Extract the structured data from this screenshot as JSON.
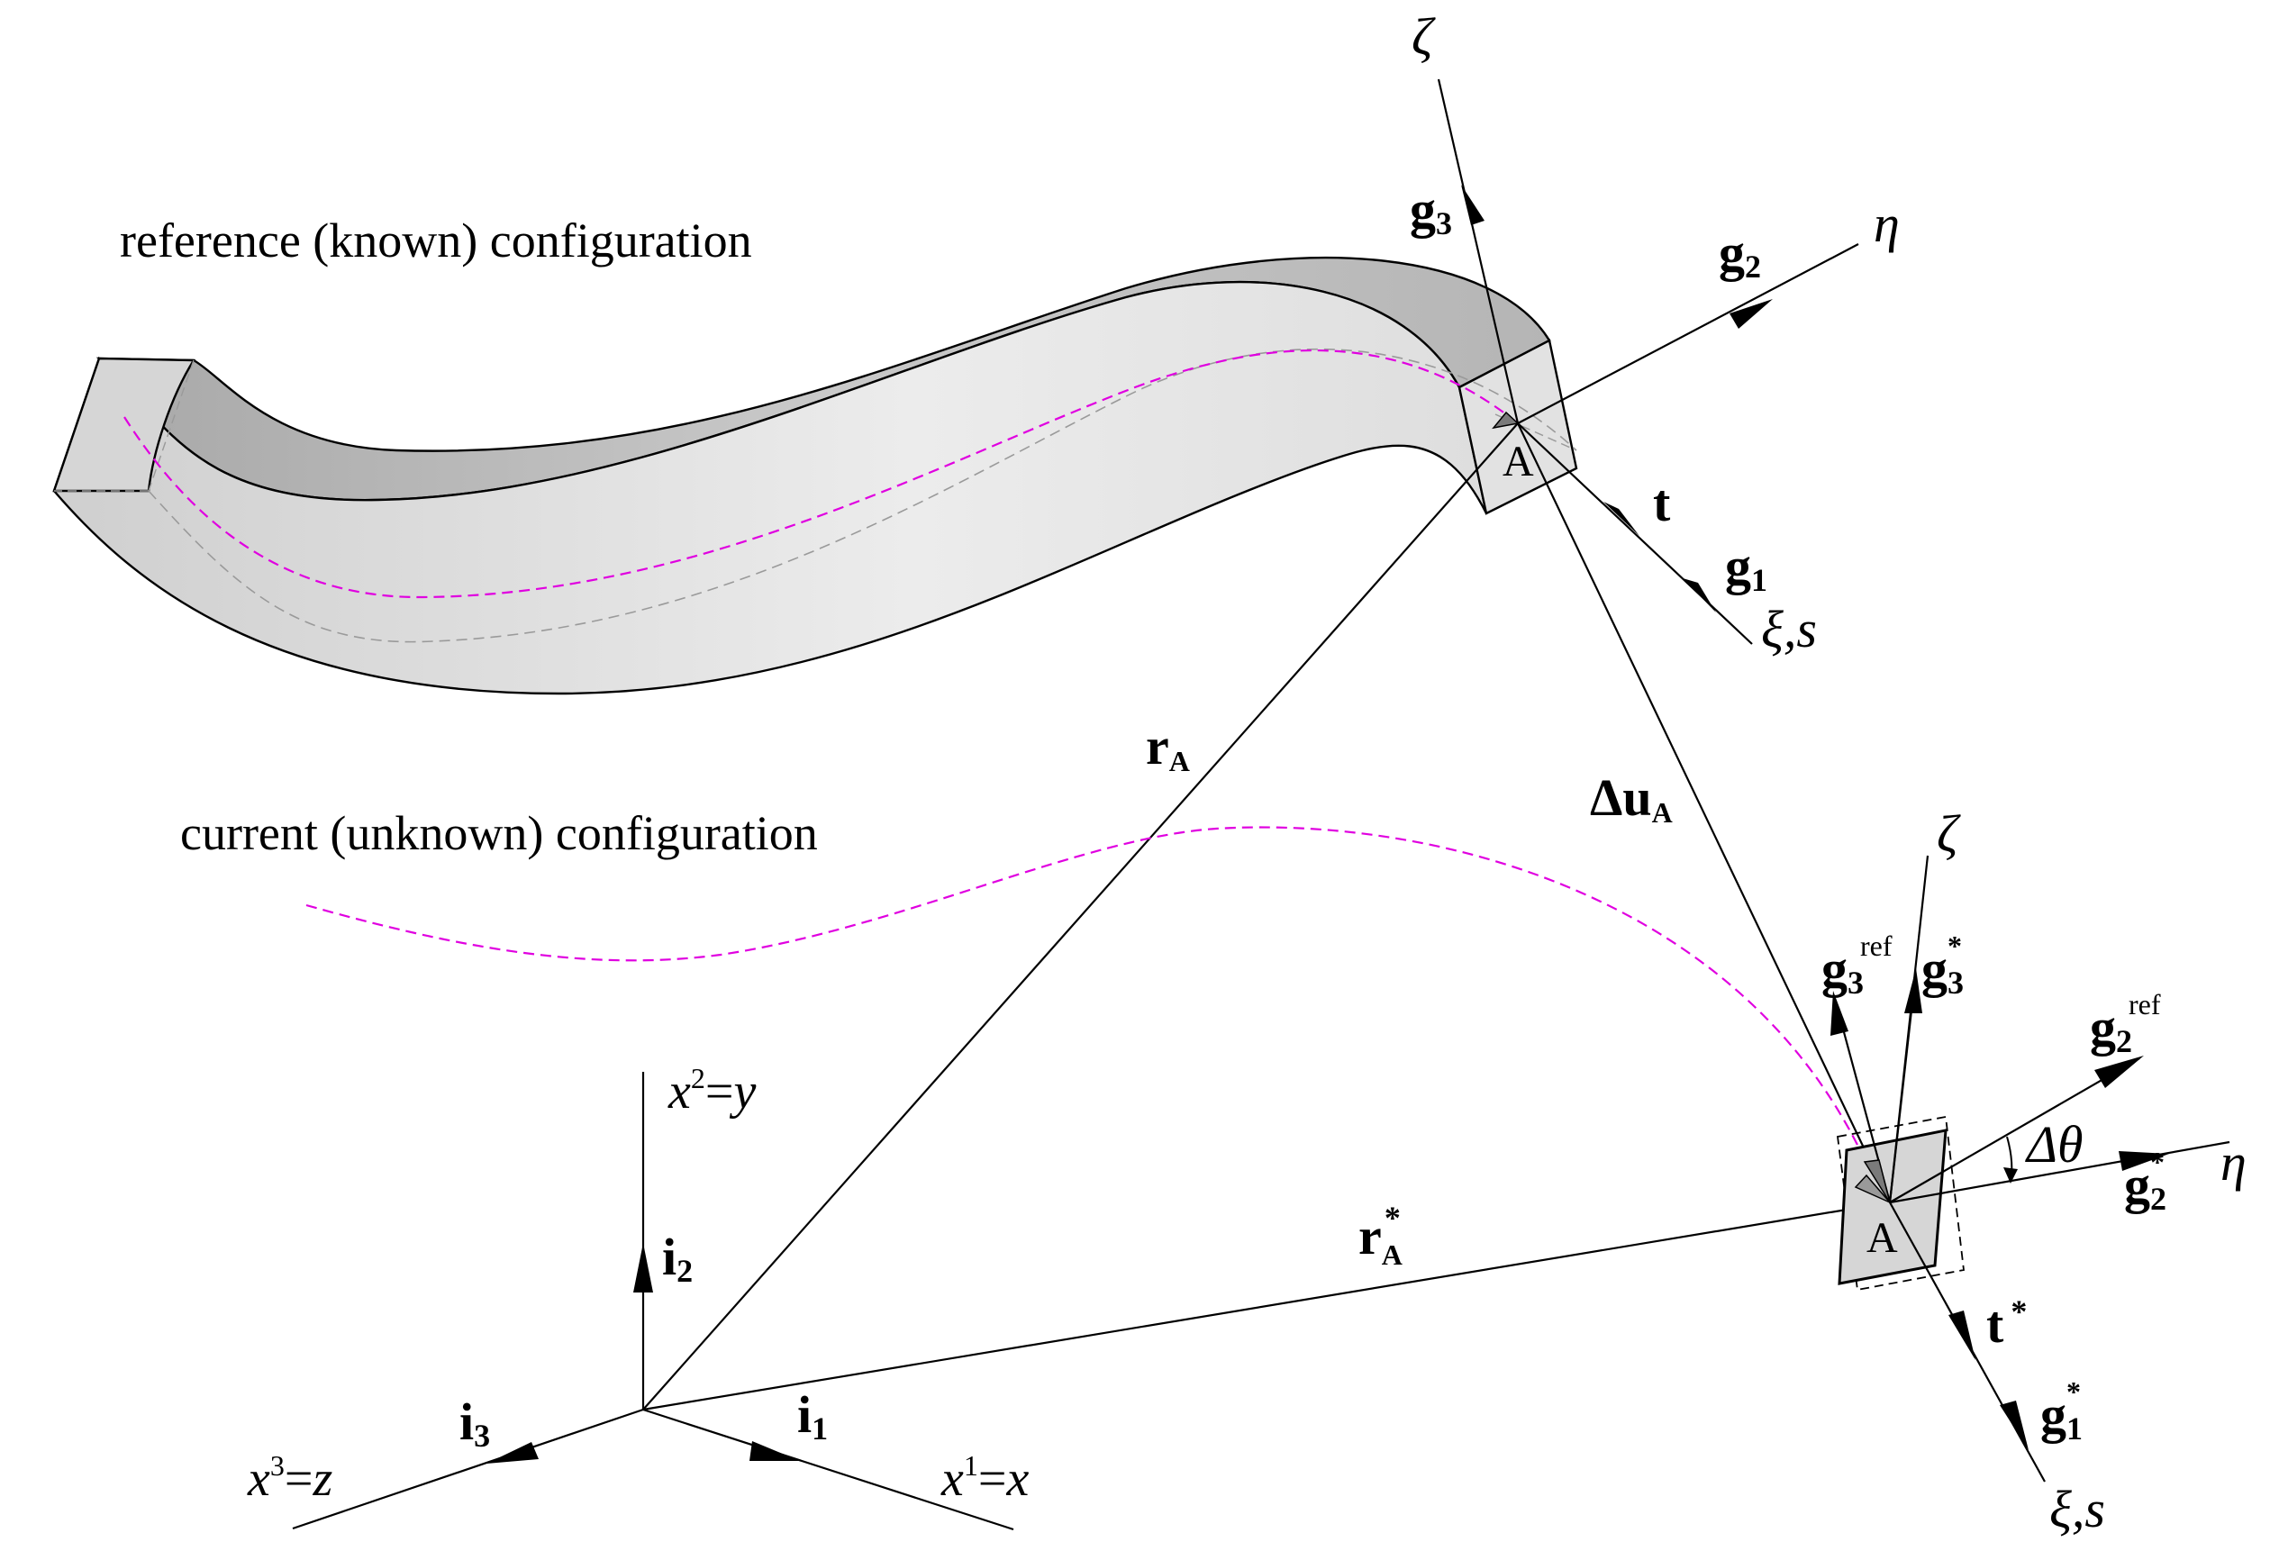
{
  "captions": {
    "reference": "reference (known) configuration",
    "current": "current (unknown) configuration"
  },
  "labels": {
    "zeta": "ζ",
    "eta": "η",
    "xi_s": "ξ,s",
    "point": "A",
    "g": "g",
    "t": "t",
    "i": "i",
    "r": "r",
    "delta_u": "Δu",
    "subscript_A": "A",
    "sub1": "1",
    "sub2": "2",
    "sub3": "3",
    "star": "*",
    "ref": "ref",
    "delta_theta": "Δθ",
    "x": "x",
    "y": "y",
    "z": "z",
    "equals": "="
  },
  "colors": {
    "centerline": "#e000e0",
    "beam_fill": "#d8d8d8",
    "lines": "#000000"
  }
}
